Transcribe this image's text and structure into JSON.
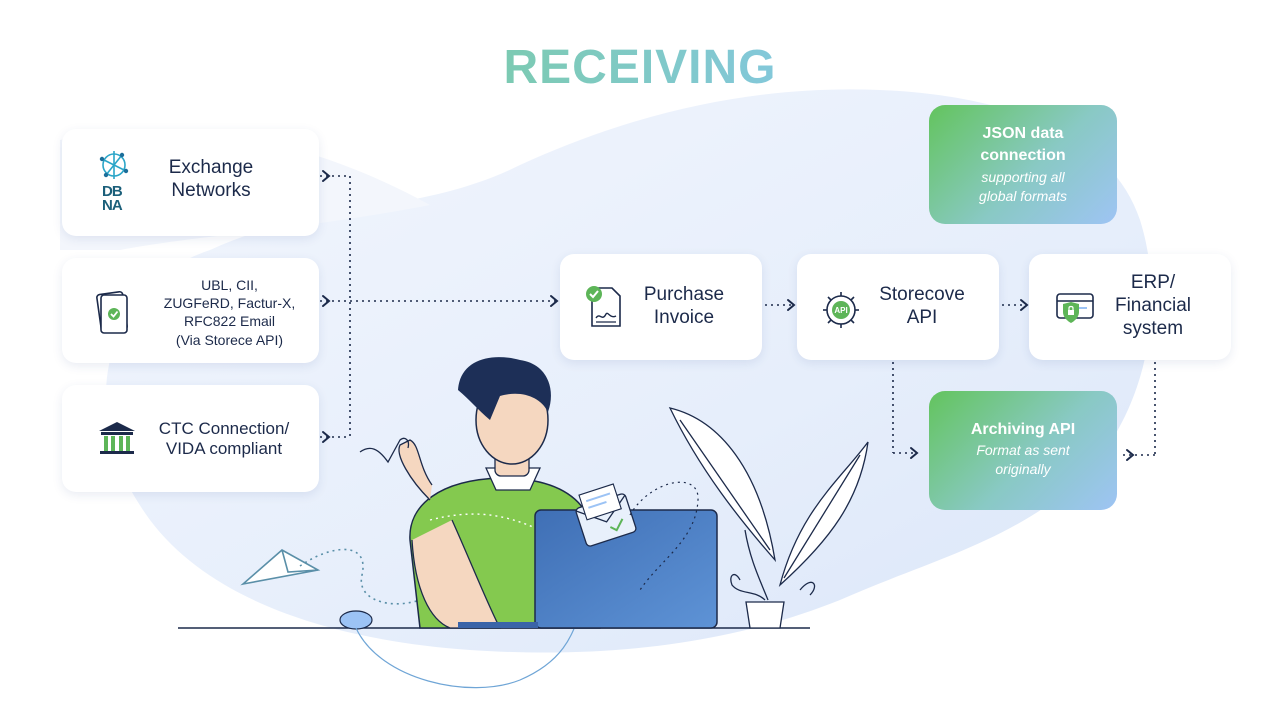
{
  "title": "RECEIVING",
  "sources": [
    {
      "label": "Exchange\nNetworks",
      "icon": "exchange-network-icon"
    },
    {
      "label": "UBL, CII,\nZUGFeRD, Factur-X,\nRFC822 Email\n(Via Storece API)",
      "icon": "document-check-icon"
    },
    {
      "label": "CTC Connection/\nVIDA compliant",
      "icon": "government-building-icon"
    }
  ],
  "logo_text": "DBNA",
  "flow": [
    {
      "label": "Purchase\nInvoice",
      "icon": "signed-invoice-icon"
    },
    {
      "label": "Storecove\nAPI",
      "icon": "api-gear-icon",
      "icon_text": "API"
    },
    {
      "label": "ERP/\nFinancial\nsystem",
      "icon": "secure-card-icon"
    }
  ],
  "json_box": {
    "title": "JSON data\nconnection",
    "subtitle": "supporting all\nglobal formats"
  },
  "archive_box": {
    "title": "Archiving API",
    "subtitle": "Format as sent\noriginally"
  },
  "colors": {
    "navy": "#1c2a4a",
    "green": "#6fcf68",
    "blue": "#9cc3f5",
    "blob": "#e8effc",
    "shirt": "#84c94f",
    "laptop": "#4a7fc3"
  }
}
